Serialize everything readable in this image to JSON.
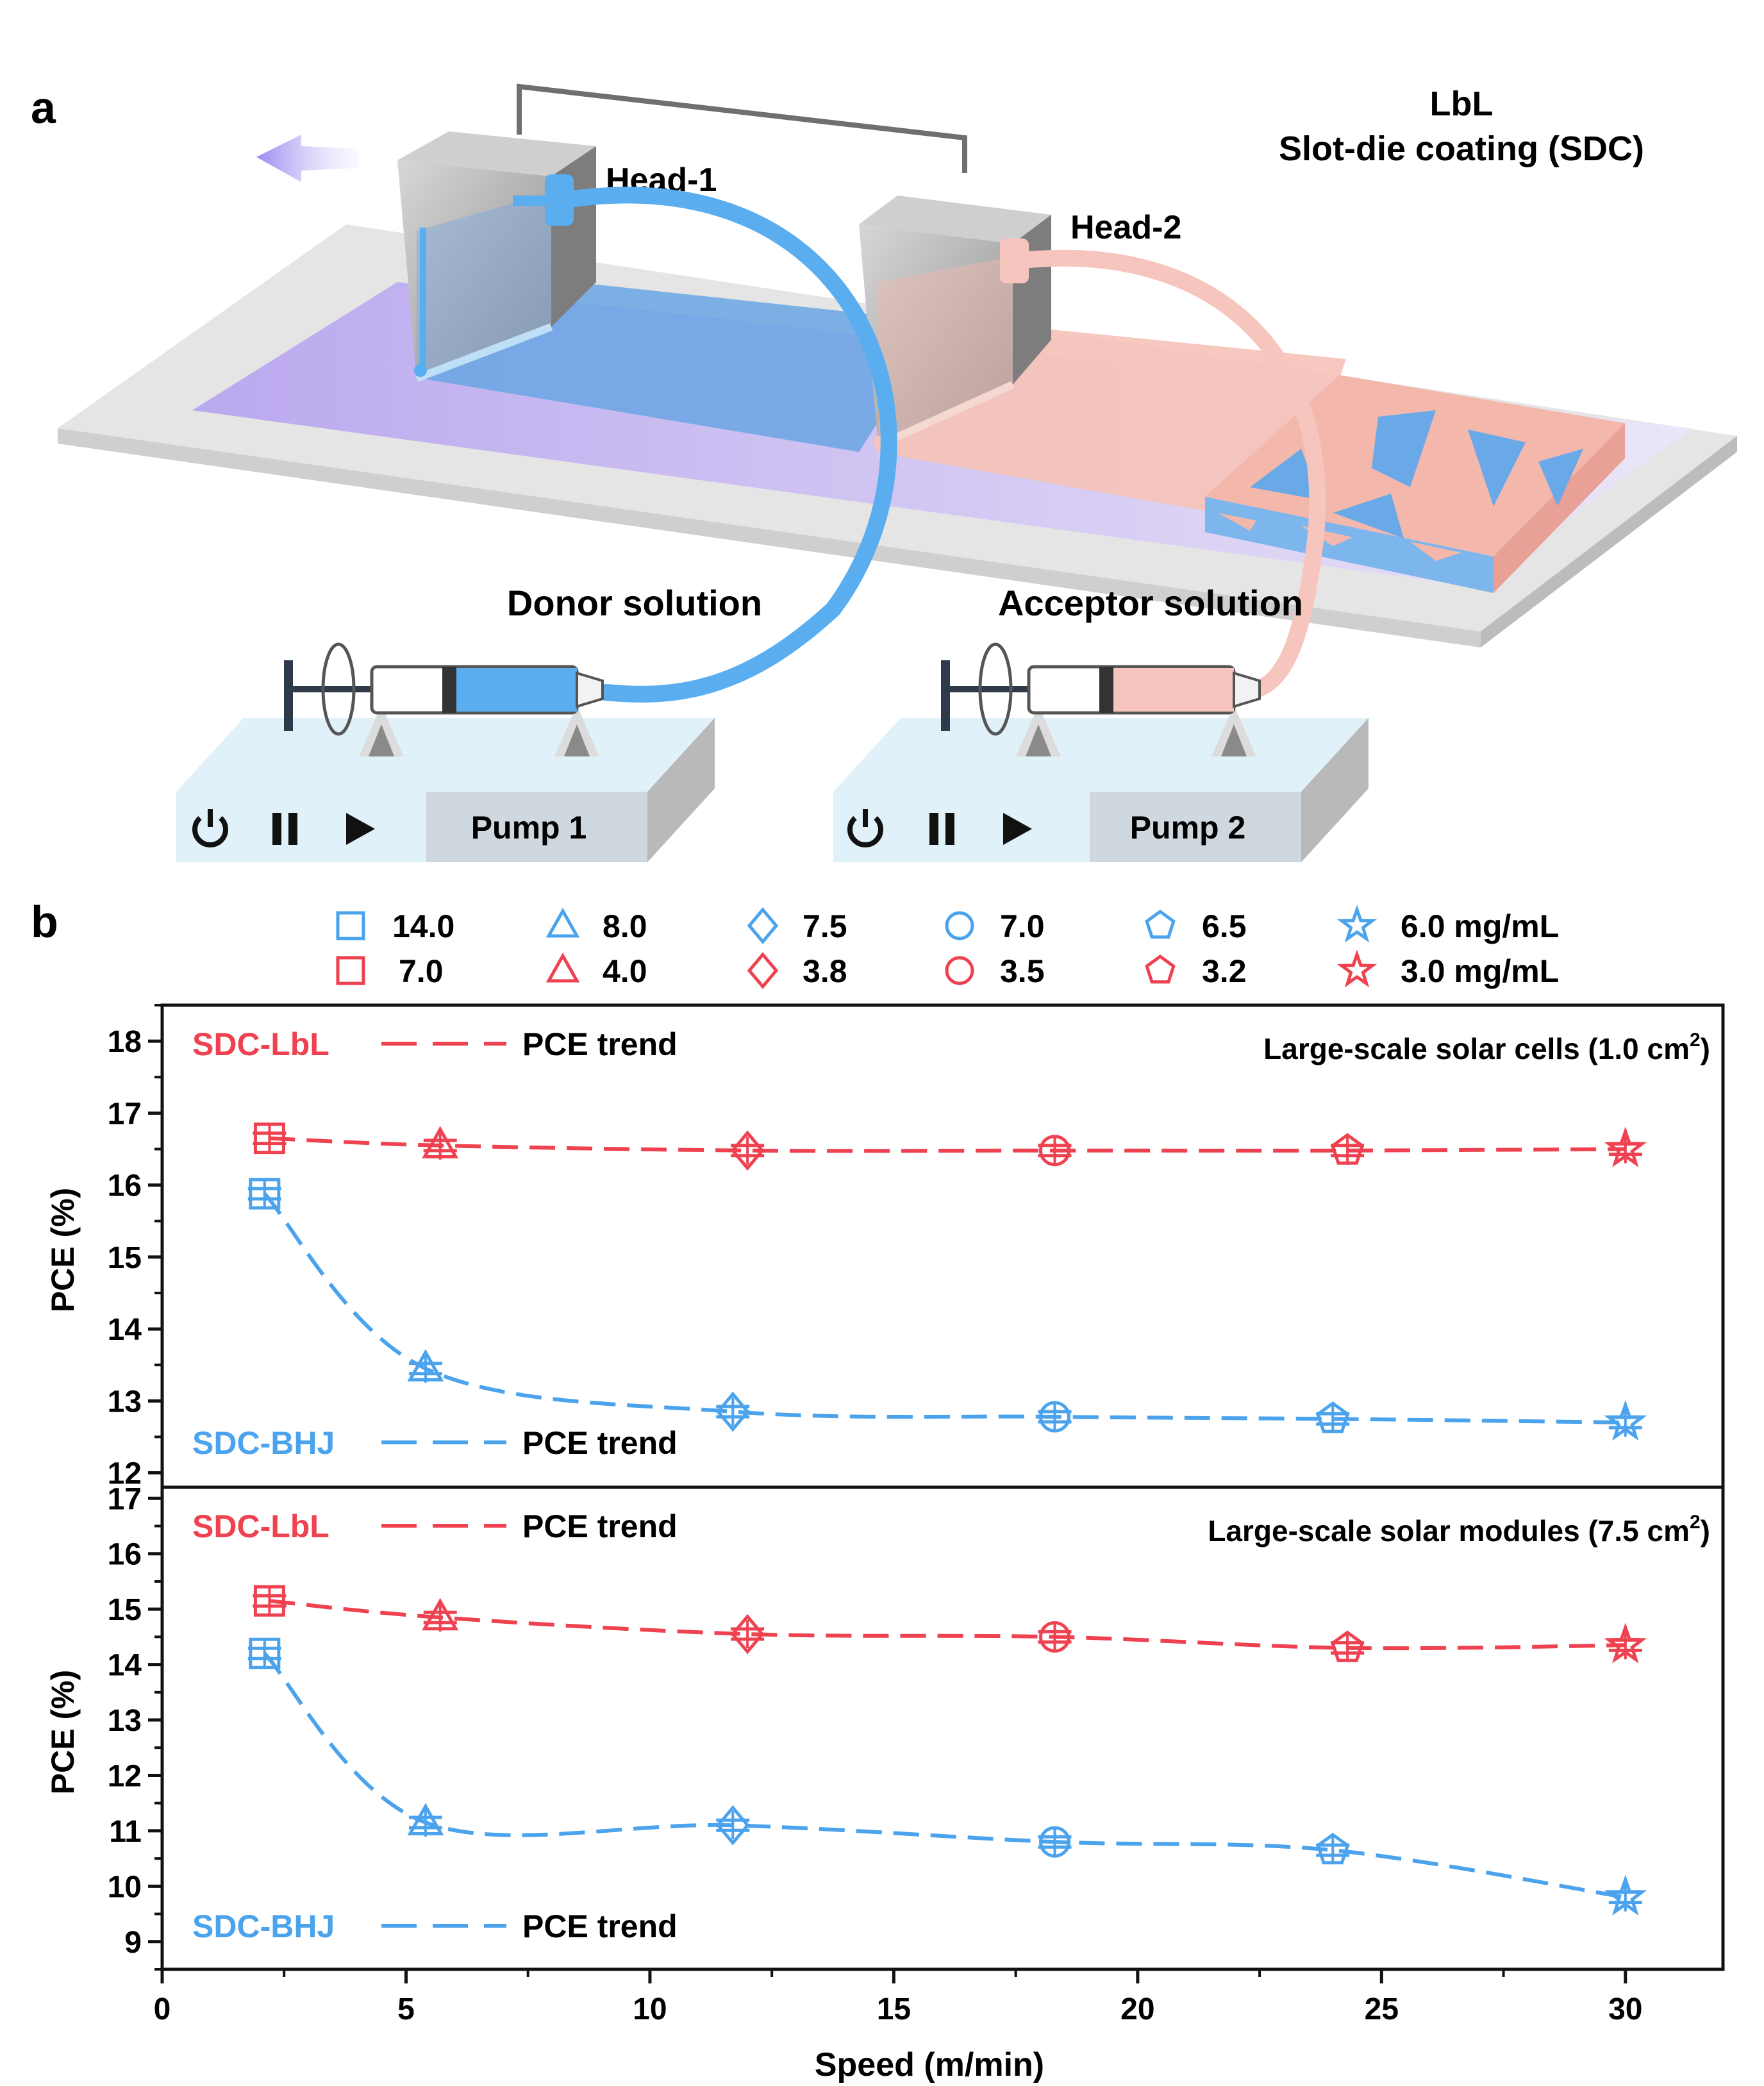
{
  "panel_a": {
    "label": "a",
    "title_line1": "LbL",
    "title_line2": "Slot-die coating (SDC)",
    "head1": "Head-1",
    "head2": "Head-2",
    "donor_label": "Donor solution",
    "acceptor_label": "Acceptor solution",
    "pump1": "Pump 1",
    "pump2": "Pump 2",
    "colors": {
      "donor": "#5aaef0",
      "acceptor": "#f6c5bd",
      "film": "#c9b8f2",
      "device": "#e0f1fa"
    },
    "icons": [
      "power-icon",
      "pause-icon",
      "play-icon"
    ]
  },
  "panel_b": {
    "label": "b",
    "legend": {
      "blue": [
        "14.0",
        "8.0",
        "7.5",
        "7.0",
        "6.5",
        "6.0 mg/mL"
      ],
      "red": [
        "7.0",
        "4.0",
        "3.8",
        "3.5",
        "3.2",
        "3.0 mg/mL"
      ],
      "markers": [
        "square",
        "triangle",
        "diamond",
        "circle",
        "pentagon",
        "star"
      ]
    },
    "colors": {
      "lbl": "#ef4250",
      "bhj": "#4aa3ec"
    },
    "top": {
      "annotation": "Large-scale solar cells (1.0 cm",
      "sup": "2",
      "annotation_end": ")",
      "lbl_label": "SDC-LbL",
      "lbl_trend": "PCE trend",
      "bhj_label": "SDC-BHJ",
      "bhj_trend": "PCE trend"
    },
    "bottom": {
      "annotation": "Large-scale solar modules (7.5 cm",
      "sup": "2",
      "annotation_end": ")",
      "lbl_label": "SDC-LbL",
      "lbl_trend": "PCE trend",
      "bhj_label": "SDC-BHJ",
      "bhj_trend": "PCE trend"
    }
  },
  "chart_data": [
    {
      "type": "scatter",
      "title": "Large-scale solar cells (1.0 cm2)",
      "xlabel": "Speed (m/min)",
      "ylabel": "PCE (%)",
      "xlim": [
        0,
        32
      ],
      "ylim": [
        11.8,
        18.5
      ],
      "yticks": [
        12,
        13,
        14,
        15,
        16,
        17,
        18
      ],
      "series": [
        {
          "name": "SDC-LbL",
          "x": [
            2.2,
            5.7,
            12.0,
            18.3,
            24.3,
            30.0
          ],
          "y": [
            16.65,
            16.55,
            16.48,
            16.48,
            16.48,
            16.5
          ]
        },
        {
          "name": "SDC-BHJ",
          "x": [
            2.1,
            5.4,
            11.7,
            18.3,
            24.0,
            30.0
          ],
          "y": [
            15.88,
            13.45,
            12.85,
            12.78,
            12.75,
            12.7
          ]
        }
      ]
    },
    {
      "type": "scatter",
      "title": "Large-scale solar modules (7.5 cm2)",
      "xlabel": "Speed (m/min)",
      "ylabel": "PCE (%)",
      "xlim": [
        0,
        32
      ],
      "xticks": [
        0,
        5,
        10,
        15,
        20,
        25,
        30
      ],
      "ylim": [
        8.5,
        17.2
      ],
      "yticks": [
        9,
        10,
        11,
        12,
        13,
        14,
        15,
        16,
        17
      ],
      "series": [
        {
          "name": "SDC-LbL",
          "x": [
            2.2,
            5.7,
            12.0,
            18.3,
            24.3,
            30.0
          ],
          "y": [
            15.15,
            14.85,
            14.55,
            14.5,
            14.3,
            14.35
          ]
        },
        {
          "name": "SDC-BHJ",
          "x": [
            2.1,
            5.4,
            11.7,
            18.3,
            24.0,
            30.0
          ],
          "y": [
            14.2,
            11.15,
            11.1,
            10.8,
            10.65,
            9.8
          ]
        }
      ]
    }
  ]
}
